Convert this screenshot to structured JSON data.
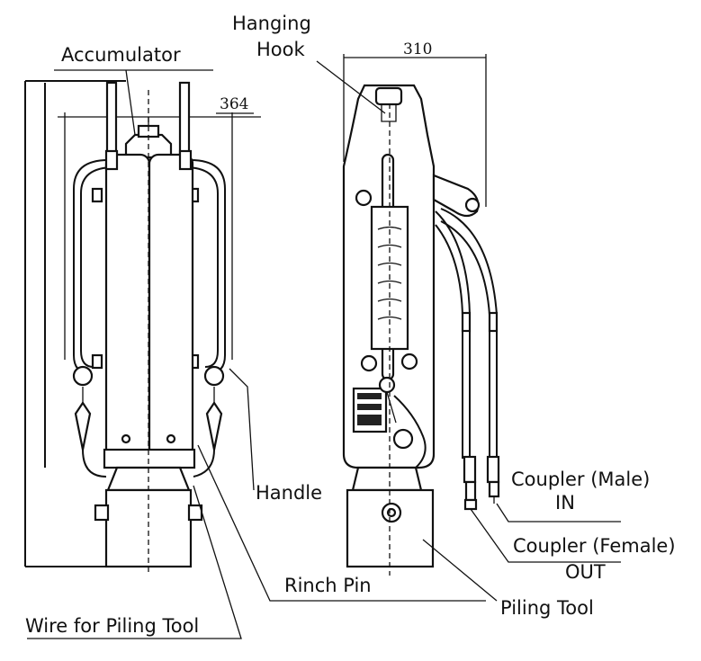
{
  "labels": {
    "hanging_hook_1": "Hanging",
    "hanging_hook_2": "Hook",
    "accumulator": "Accumulator",
    "dim_width_front": "364",
    "dim_width_side": "310",
    "handle": "Handle",
    "coupler_male": "Coupler (Male)",
    "coupler_male_dir": "IN",
    "coupler_female": "Coupler (Female)",
    "coupler_female_dir": "OUT",
    "rinch_pin": "Rinch Pin",
    "piling_tool": "Piling Tool",
    "wire_for_piling_tool": "Wire for Piling Tool"
  }
}
